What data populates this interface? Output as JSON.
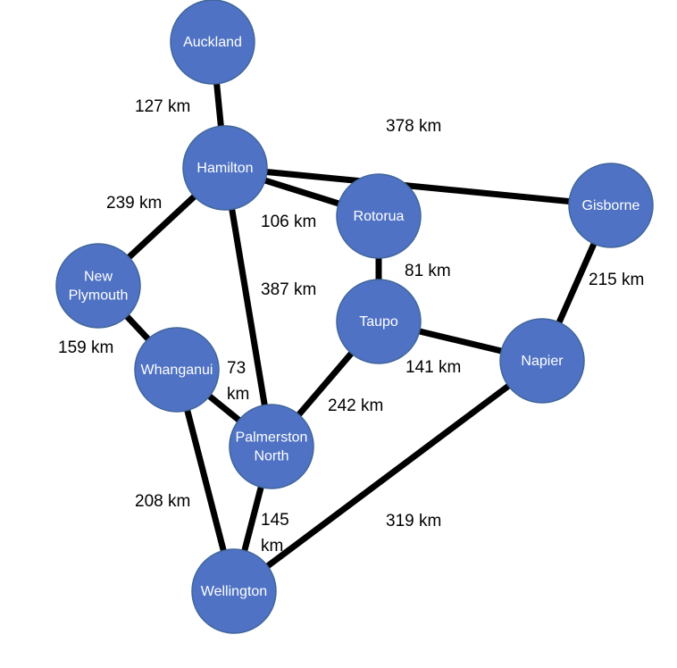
{
  "colors": {
    "node_fill": "#4f72c4",
    "node_text": "#ffffff",
    "edge": "#000000",
    "label": "#000000"
  },
  "nodes": [
    {
      "id": "auckland",
      "lines": [
        "Auckland"
      ]
    },
    {
      "id": "hamilton",
      "lines": [
        "Hamilton"
      ]
    },
    {
      "id": "rotorua",
      "lines": [
        "Rotorua"
      ]
    },
    {
      "id": "gisborne",
      "lines": [
        "Gisborne"
      ]
    },
    {
      "id": "new-plymouth",
      "lines": [
        "New",
        "Plymouth"
      ]
    },
    {
      "id": "taupo",
      "lines": [
        "Taupo"
      ]
    },
    {
      "id": "whanganui",
      "lines": [
        "Whanganui"
      ]
    },
    {
      "id": "napier",
      "lines": [
        "Napier"
      ]
    },
    {
      "id": "palmerston-north",
      "lines": [
        "Palmerston",
        "North"
      ]
    },
    {
      "id": "wellington",
      "lines": [
        "Wellington"
      ]
    }
  ],
  "edges": [
    {
      "from": "auckland",
      "to": "hamilton",
      "label": [
        "127 km"
      ]
    },
    {
      "from": "hamilton",
      "to": "gisborne",
      "label": [
        "378 km"
      ]
    },
    {
      "from": "hamilton",
      "to": "new-plymouth",
      "label": [
        "239 km"
      ]
    },
    {
      "from": "hamilton",
      "to": "rotorua",
      "label": [
        "106 km"
      ]
    },
    {
      "from": "hamilton",
      "to": "palmerston-north",
      "label": [
        "387 km"
      ]
    },
    {
      "from": "rotorua",
      "to": "taupo",
      "label": [
        "81 km"
      ]
    },
    {
      "from": "gisborne",
      "to": "napier",
      "label": [
        "215 km"
      ]
    },
    {
      "from": "new-plymouth",
      "to": "whanganui",
      "label": [
        "159 km"
      ]
    },
    {
      "from": "taupo",
      "to": "napier",
      "label": [
        "141 km"
      ]
    },
    {
      "from": "taupo",
      "to": "palmerston-north",
      "label": [
        "242 km"
      ]
    },
    {
      "from": "whanganui",
      "to": "palmerston-north",
      "label": [
        "73",
        "km"
      ]
    },
    {
      "from": "whanganui",
      "to": "wellington",
      "label": [
        "208 km"
      ]
    },
    {
      "from": "palmerston-north",
      "to": "wellington",
      "label": [
        "145",
        "km"
      ]
    },
    {
      "from": "napier",
      "to": "wellington",
      "label": [
        "319 km"
      ]
    }
  ]
}
